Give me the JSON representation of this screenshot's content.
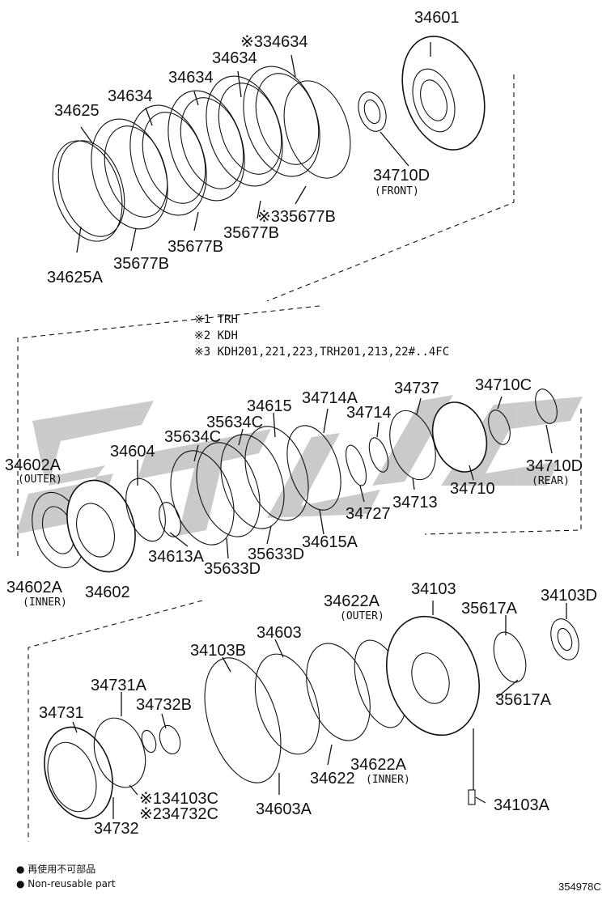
{
  "labels": {
    "p34601": "34601",
    "p34634_s3": "※334634",
    "p34634_a": "34634",
    "p34634_b": "34634",
    "p34634_c": "34634",
    "p34625": "34625",
    "p34710d_front": "34710D",
    "front": "(FRONT)",
    "p35677b_s3": "※335677B",
    "p35677b_a": "35677B",
    "p35677b_b": "35677B",
    "p35677b_c": "35677B",
    "p34625a": "34625A",
    "p34737": "34737",
    "p34710c": "34710C",
    "p34714a": "34714A",
    "p34615": "34615",
    "p34714": "34714",
    "p35634c_a": "35634C",
    "p35634c_b": "35634C",
    "p34604": "34604",
    "p34602a_outer": "34602A",
    "outer_1": "(OUTER)",
    "p34710d_rear": "34710D",
    "rear": "(REAR)",
    "p34710": "34710",
    "p34713": "34713",
    "p34727": "34727",
    "p34615a": "34615A",
    "p35633d_a": "35633D",
    "p34613a": "34613A",
    "p35633d_b": "35633D",
    "p34602a_inner": "34602A",
    "inner_1": "(INNER)",
    "p34602": "34602",
    "p34103": "34103",
    "p34103d": "34103D",
    "p34622a_outer": "34622A",
    "outer_2": "(OUTER)",
    "p35617a_a": "35617A",
    "p34603": "34603",
    "p34103b": "34103B",
    "p35617a_b": "35617A",
    "p34731a": "34731A",
    "p34732b": "34732B",
    "p34731": "34731",
    "p34622a_inner": "34622A",
    "inner_2": "(INNER)",
    "p34622": "34622",
    "p34103c": "※134103C",
    "p34732c": "※234732C",
    "p34732": "34732",
    "p34603a": "34603A",
    "p34103a": "34103A"
  },
  "notes": {
    "n1": "※1 TRH",
    "n2": "※2 KDH",
    "n3": "※3 KDH201,221,223,TRH201,213,22#..4FC"
  },
  "legend": {
    "jp": "● 再使用不可部品",
    "en": "● Non-reusable part"
  },
  "diagram_code": "354978C"
}
